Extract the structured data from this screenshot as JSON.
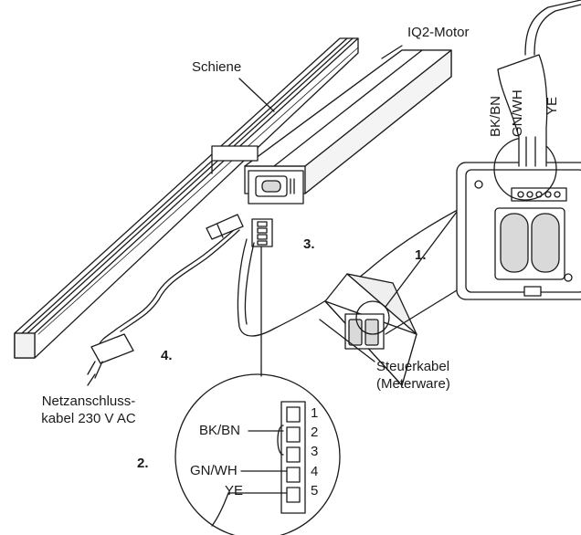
{
  "labels": {
    "motor": "IQ2-Motor",
    "rail": "Schiene",
    "power_cable_line1": "Netzanschluss-",
    "power_cable_line2": "kabel 230 V AC",
    "control_cable_line1": "Steuerkabel",
    "control_cable_line2": "(Meterware)"
  },
  "steps": [
    "1.",
    "2.",
    "3.",
    "4."
  ],
  "wires": {
    "bk_bn": "BK/BN",
    "gn_wh": "GN/WH",
    "ye": "YE"
  },
  "terminal_pins": [
    "1",
    "2",
    "3",
    "4",
    "5"
  ],
  "colors": {
    "line": "#1a1a1a",
    "fill": "#ffffff",
    "shade": "#d9d9d9"
  }
}
